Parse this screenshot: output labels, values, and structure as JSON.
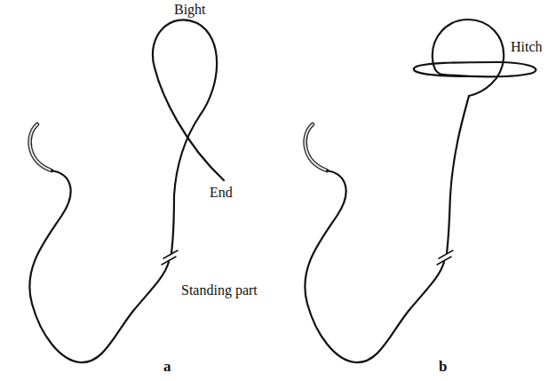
{
  "diagram": {
    "labels": [
      "Bight",
      "End",
      "Standing part",
      "a",
      "Hitch",
      "b"
    ]
  }
}
